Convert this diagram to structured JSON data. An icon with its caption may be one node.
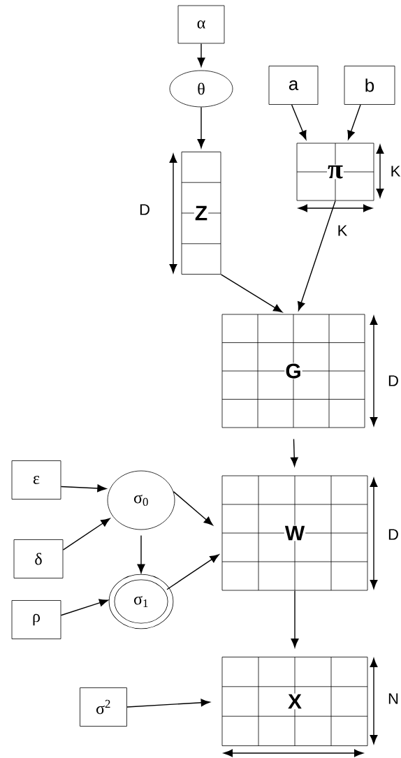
{
  "diagram": {
    "nodes": [
      {
        "text": [
          "α"
        ]
      },
      {
        "text": [
          "θ"
        ]
      },
      {
        "text": [
          "a"
        ]
      },
      {
        "text": [
          "b"
        ]
      },
      {
        "text": [
          "Z"
        ]
      },
      {
        "text": [
          "π"
        ]
      },
      {
        "text": [
          "G"
        ]
      },
      {
        "text": [
          "ε"
        ]
      },
      {
        "text": [
          "σ$_{0}$"
        ]
      },
      {
        "text": [
          "δ"
        ]
      },
      {
        "text": [
          "W"
        ]
      },
      {
        "text": [
          "σ$_{1}$"
        ]
      },
      {
        "text": [
          "ρ"
        ]
      },
      {
        "text": [
          "σ$^{2}$"
        ]
      },
      {
        "text": [
          "X"
        ]
      }
    ],
    "edges": [
      {
        "from": 0,
        "to": 1,
        "arrow": "to"
      },
      {
        "from": 1,
        "to": 4,
        "arrow": "to"
      },
      {
        "from": 2,
        "to": 5,
        "arrow": "to"
      },
      {
        "from": 3,
        "to": 5,
        "arrow": "to"
      },
      {
        "from": 4,
        "to": 6,
        "arrow": "to"
      },
      {
        "from": 5,
        "to": 6,
        "arrow": "to"
      },
      {
        "from": 6,
        "to": 10,
        "arrow": "to"
      },
      {
        "from": 7,
        "to": 8,
        "arrow": "to"
      },
      {
        "from": 9,
        "to": 8,
        "arrow": "to"
      },
      {
        "from": 8,
        "to": 11,
        "arrow": "to"
      },
      {
        "from": 8,
        "to": 10,
        "arrow": "to"
      },
      {
        "from": 11,
        "to": 10,
        "arrow": "to"
      },
      {
        "from": 12,
        "to": 11,
        "arrow": "to"
      },
      {
        "from": 10,
        "to": 14,
        "arrow": "to"
      },
      {
        "from": 13,
        "to": 14,
        "arrow": "to"
      }
    ],
    "labels": [
      "K",
      "D",
      "K",
      "D",
      "D",
      "N"
    ]
  }
}
